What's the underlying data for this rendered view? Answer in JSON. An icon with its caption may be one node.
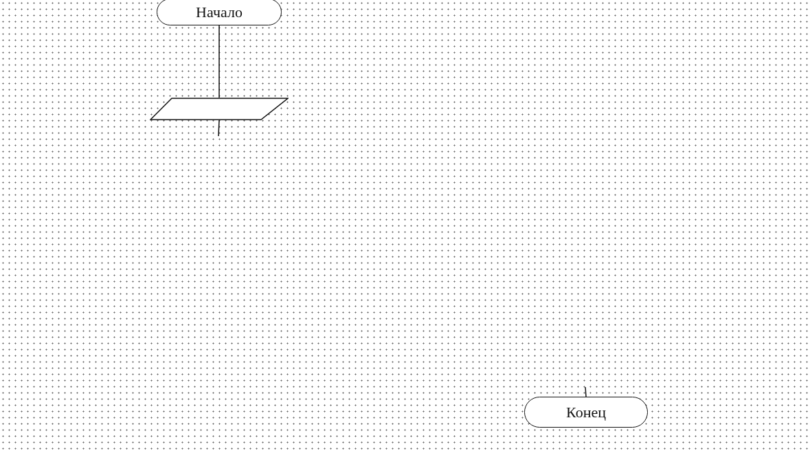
{
  "diagram": {
    "nodes": [
      {
        "text": [
          "Начало"
        ]
      },
      {
        "text": [],
        "shape": "parallelogram"
      },
      {
        "text": [
          "Конец"
        ]
      }
    ],
    "edges": [
      {
        "from": 0,
        "to": 1,
        "arrow": "none"
      },
      {
        "from": 1,
        "to": null,
        "arrow": "none"
      },
      {
        "from": null,
        "to": 2,
        "arrow": "none"
      }
    ]
  }
}
